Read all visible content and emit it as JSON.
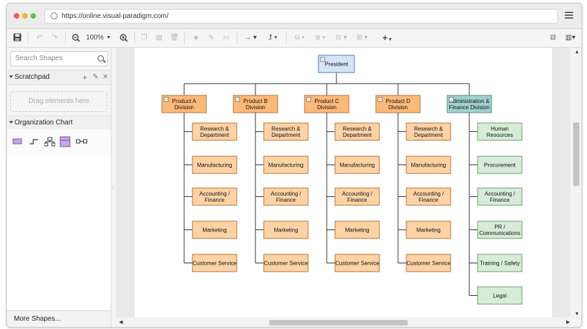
{
  "browser": {
    "url": "https://online.visual-paradigm.com/"
  },
  "toolbar": {
    "zoom": "100%"
  },
  "sidebar": {
    "search_placeholder": "Search Shapes",
    "scratchpad": {
      "title": "Scratchpad",
      "drop_text": "Drag elements here"
    },
    "org_chart_title": "Organization Chart",
    "more_shapes": "More Shapes..."
  },
  "chart": {
    "top": "President",
    "collapse_glyph": "−",
    "divisions": [
      {
        "title": [
          "Product A",
          "Division"
        ],
        "items": [
          [
            "Research &",
            "Department"
          ],
          [
            "Manufacturing"
          ],
          [
            "Accounting /",
            "Finance"
          ],
          [
            "Marketing"
          ],
          [
            "Customer Service"
          ]
        ]
      },
      {
        "title": [
          "Product B",
          "Division"
        ],
        "items": [
          [
            "Research &",
            "Department"
          ],
          [
            "Manufacturing"
          ],
          [
            "Accounting /",
            "Finance"
          ],
          [
            "Marketing"
          ],
          [
            "Customer Service"
          ]
        ]
      },
      {
        "title": [
          "Product C",
          "Division"
        ],
        "items": [
          [
            "Research &",
            "Department"
          ],
          [
            "Manufacturing"
          ],
          [
            "Accounting /",
            "Finance"
          ],
          [
            "Marketing"
          ],
          [
            "Customer Service"
          ]
        ]
      },
      {
        "title": [
          "Product D",
          "Division"
        ],
        "items": [
          [
            "Research &",
            "Department"
          ],
          [
            "Manufacturing"
          ],
          [
            "Accounting /",
            "Finance"
          ],
          [
            "Marketing"
          ],
          [
            "Customer Service"
          ]
        ]
      },
      {
        "title": [
          "Administration &",
          "Finance Division"
        ],
        "items": [
          [
            "Human",
            "Resources"
          ],
          [
            "Procurement"
          ],
          [
            "Accounting /",
            "Finance"
          ],
          [
            "PR /",
            "Communications"
          ],
          [
            "Training / Safety"
          ],
          [
            "Legal"
          ]
        ]
      }
    ]
  },
  "colors": {
    "top_fill": "#d6e4f7",
    "top_stroke": "#5b79a8",
    "division_fill": "#fbb97a",
    "division_stroke": "#b07338",
    "item_fill": "#fdd3a6",
    "item_stroke": "#b07338",
    "admin_fill": "#9fd1cc",
    "admin_stroke": "#4f8e88",
    "admin_item_fill": "#d7ecd7",
    "admin_item_stroke": "#6e9b6e",
    "line": "#333333"
  }
}
